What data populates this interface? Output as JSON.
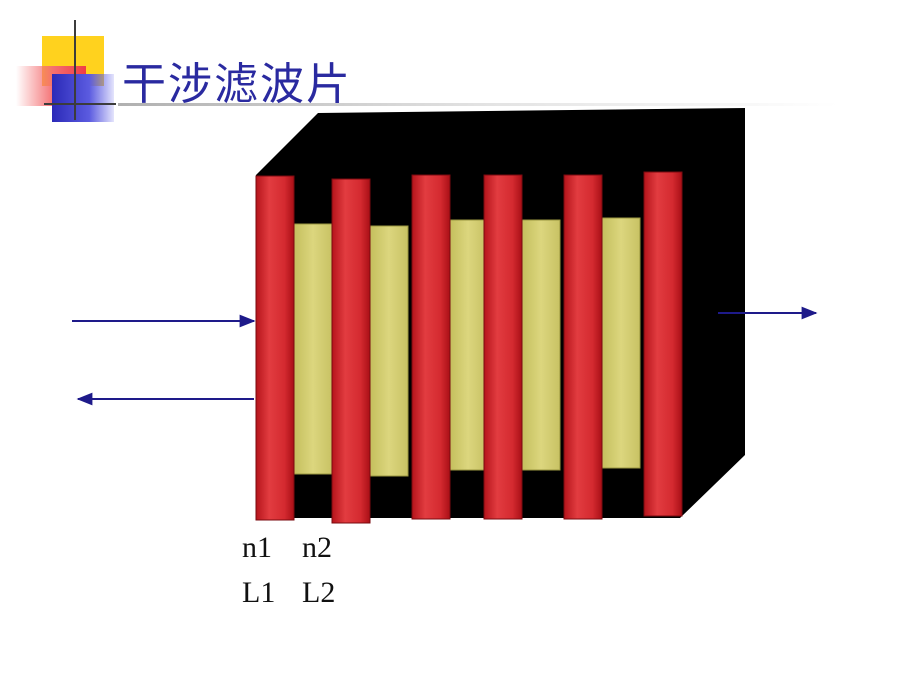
{
  "slide": {
    "title": "干涉滤波片"
  },
  "labels": {
    "n1": "n1",
    "n2": "n2",
    "L1": "L1",
    "L2": "L2"
  },
  "colors": {
    "title": "#2a2aa0",
    "high_index_layer": "#d42a30",
    "low_index_layer": "#d6d176",
    "substrate": "#000000",
    "arrow": "#1e1a8a"
  }
}
